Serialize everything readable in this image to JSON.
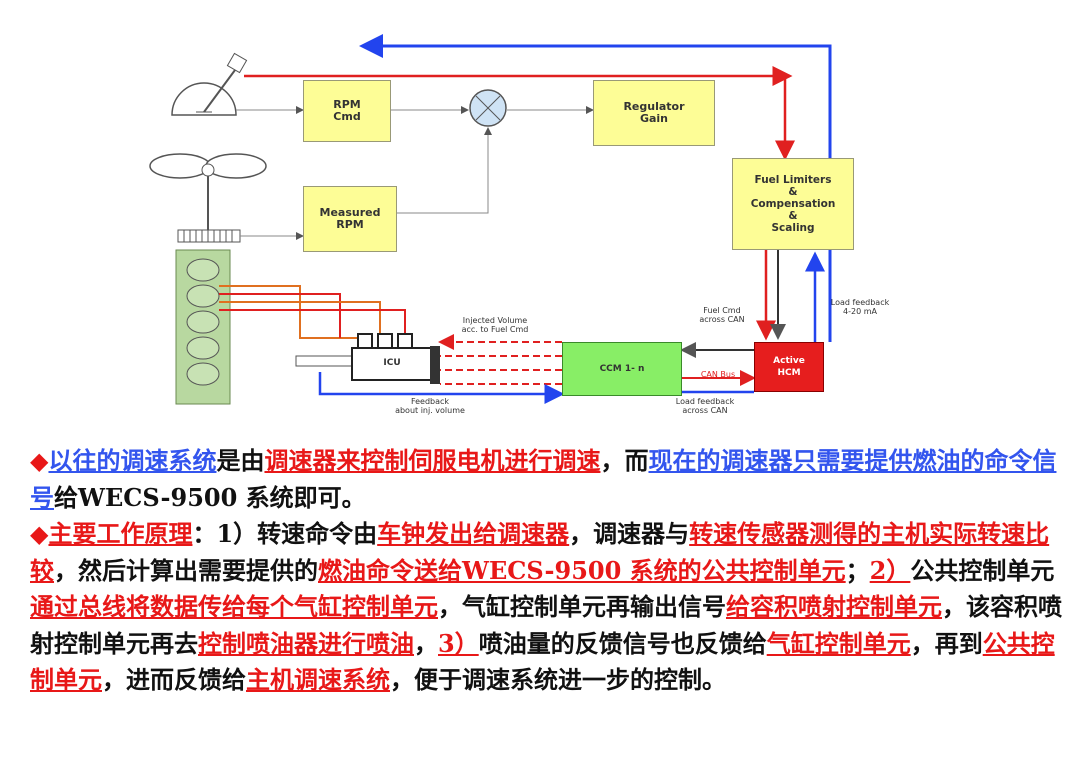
{
  "diagram": {
    "rpm_cmd": "RPM\nCmd",
    "regulator_gain": "Regulator\nGain",
    "measured_rpm": "Measured\nRPM",
    "fuel_limiters": "Fuel Limiters\n&\nCompensation\n&\nScaling",
    "icu": "ICU",
    "ccm": "CCM 1- n",
    "active_hcm": "Active\nHCM",
    "can_bus": "CAN Bus",
    "injected_volume": "Injected Volume\nacc. to Fuel Cmd",
    "fuel_cmd": "Fuel Cmd\nacross CAN",
    "load_feedback_ma": "Load feedback\n4-20 mA",
    "feedback_inj": "Feedback\nabout inj. volume",
    "load_feedback_can": "Load feedback\nacross CAN",
    "colors": {
      "red": "#e02020",
      "blue": "#2244ee",
      "yellow": "#fdfd96",
      "green": "#88ee66"
    }
  },
  "para1": [
    {
      "t": "◆",
      "c": "dia"
    },
    {
      "t": "以往的调速系统",
      "c": "bl"
    },
    {
      "t": "是由",
      "c": "k"
    },
    {
      "t": "调速器来控制伺服电机进行调速",
      "c": "rd"
    },
    {
      "t": "，而",
      "c": "k"
    },
    {
      "t": "现在的调速器只需要提供燃油的命令信号",
      "c": "bl"
    },
    {
      "t": "给WECS-9500 系统即可。",
      "c": "k"
    }
  ],
  "para2": [
    {
      "t": "◆",
      "c": "dia"
    },
    {
      "t": "主要工作原理",
      "c": "rd"
    },
    {
      "t": "：1）",
      "c": "k"
    },
    {
      "t": "转速命令由",
      "c": "k"
    },
    {
      "t": "车钟发出给调速器",
      "c": "rd"
    },
    {
      "t": "，调速器与",
      "c": "k"
    },
    {
      "t": "转速传感器测得的主机实际转速比较",
      "c": "rd"
    },
    {
      "t": "，然后计算出需要提供的",
      "c": "k"
    },
    {
      "t": "燃油命令送给WECS-9500 系统的公共控制单元",
      "c": "rd"
    },
    {
      "t": "；",
      "c": "k"
    },
    {
      "t": "2）",
      "c": "rd"
    },
    {
      "t": "公共控制单元",
      "c": "k"
    },
    {
      "t": "通过总线将数据传给每个气缸控制单元",
      "c": "rd"
    },
    {
      "t": "，气缸控制单元再输出信号",
      "c": "k"
    },
    {
      "t": "给容积喷射控制单元",
      "c": "rd"
    },
    {
      "t": "，该容积喷射控制单元再去",
      "c": "k"
    },
    {
      "t": "控制喷油器进行喷油",
      "c": "rd"
    },
    {
      "t": "，",
      "c": "k"
    },
    {
      "t": "3）",
      "c": "rd"
    },
    {
      "t": "喷油量的反馈信号也反馈给",
      "c": "k"
    },
    {
      "t": "气缸控制单元",
      "c": "rd"
    },
    {
      "t": "，再到",
      "c": "k"
    },
    {
      "t": "公共控制单元",
      "c": "rd"
    },
    {
      "t": "，进而反馈给",
      "c": "k"
    },
    {
      "t": "主机调速系统",
      "c": "rd"
    },
    {
      "t": "，便于调速系统进一步的控制。",
      "c": "k"
    }
  ]
}
